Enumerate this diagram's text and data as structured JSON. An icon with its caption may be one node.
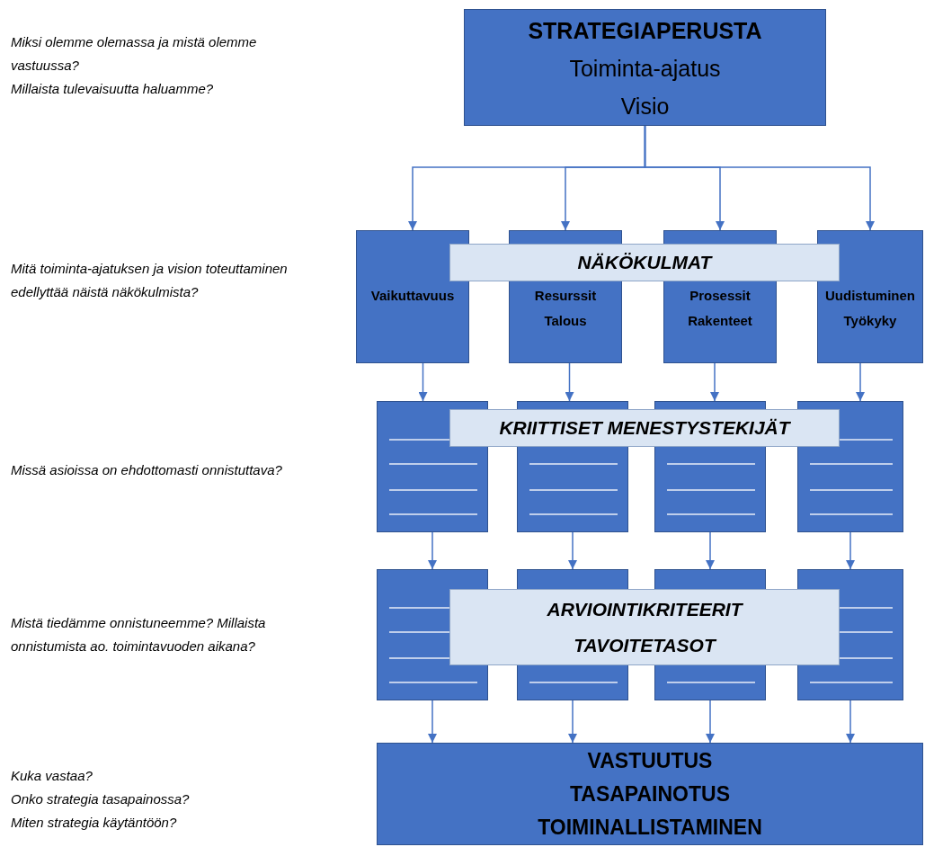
{
  "diagram": {
    "nodes": [
      {
        "text": [
          "STRATEGIAPERUSTA",
          "Toiminta-ajatus",
          "Visio"
        ]
      },
      {
        "text": [
          "Vaikuttavuus"
        ]
      },
      {
        "text": [
          "Resurssit",
          "Talous"
        ]
      },
      {
        "text": [
          "Prosessit",
          "Rakenteet"
        ]
      },
      {
        "text": [
          "Uudistuminen",
          "Työkyky"
        ]
      },
      {
        "text": [
          "NÄKÖKULMAT"
        ]
      },
      {
        "text": [],
        "shape": "box"
      },
      {
        "text": [],
        "shape": "box"
      },
      {
        "text": [],
        "shape": "box"
      },
      {
        "text": [],
        "shape": "box"
      },
      {
        "text": [
          "KRIITTISET MENESTYSTEKIJÄT"
        ]
      },
      {
        "text": [],
        "shape": "box"
      },
      {
        "text": [],
        "shape": "box"
      },
      {
        "text": [],
        "shape": "box"
      },
      {
        "text": [],
        "shape": "box"
      },
      {
        "text": [
          "ARVIOINTIKRITEERIT",
          "TAVOITETASOT"
        ]
      },
      {
        "text": [
          "VASTUUTUS",
          "TASAPAINOTUS",
          "TOIMINALLISTAMINEN"
        ]
      }
    ],
    "edges": [
      {
        "from": 0,
        "to": 1,
        "arrow": "to"
      },
      {
        "from": 0,
        "to": 2,
        "arrow": "to"
      },
      {
        "from": 0,
        "to": 3,
        "arrow": "to"
      },
      {
        "from": 0,
        "to": 4,
        "arrow": "to"
      },
      {
        "from": 1,
        "to": 6,
        "arrow": "to"
      },
      {
        "from": 2,
        "to": 7,
        "arrow": "to"
      },
      {
        "from": 3,
        "to": 8,
        "arrow": "to"
      },
      {
        "from": 4,
        "to": 9,
        "arrow": "to"
      },
      {
        "from": 6,
        "to": 11,
        "arrow": "to"
      },
      {
        "from": 7,
        "to": 12,
        "arrow": "to"
      },
      {
        "from": 8,
        "to": 13,
        "arrow": "to"
      },
      {
        "from": 9,
        "to": 14,
        "arrow": "to"
      },
      {
        "from": 11,
        "to": 16,
        "arrow": "to"
      },
      {
        "from": 12,
        "to": 16,
        "arrow": "to"
      },
      {
        "from": 13,
        "to": 16,
        "arrow": "to"
      },
      {
        "from": 14,
        "to": 16,
        "arrow": "to"
      }
    ],
    "labels": [
      "Miksi olemme olemassa ja mistä olemme vastuussa?",
      "Millaista tulevaisuutta haluamme?",
      "Mitä toiminta-ajatuksen ja vision toteuttaminen edellyttää näistä näkökulmista?",
      "Missä asioissa on ehdottomasti onnistuttava?",
      "Mistä tiedämme onnistuneemme? Millaista onnistumista ao. toimintavuoden aikana?",
      "Kuka vastaa?",
      "Onko strategia tasapainossa?",
      "Miten strategia käytäntöön?"
    ]
  }
}
